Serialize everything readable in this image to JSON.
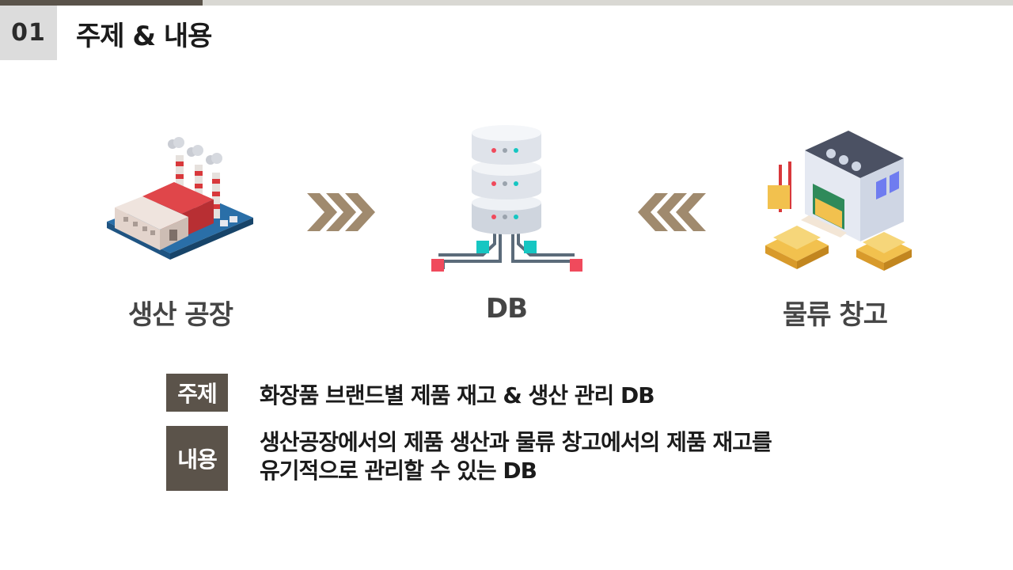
{
  "header": {
    "section_number": "01",
    "section_title": "주제 & 내용"
  },
  "diagram": {
    "factory": {
      "label": "생산 공장",
      "icon": "factory-icon"
    },
    "database": {
      "label": "DB",
      "icon": "database-server-icon"
    },
    "warehouse": {
      "label": "물류 창고",
      "icon": "warehouse-icon"
    },
    "arrow_right_icon": "triple-chevron-right-icon",
    "arrow_left_icon": "triple-chevron-left-icon"
  },
  "details": {
    "topic": {
      "tag": "주제",
      "text": "화장품 브랜드별 제품 재고 & 생산 관리 DB"
    },
    "content": {
      "tag": "내용",
      "lines": [
        "생산공장에서의 제품 생산과 물류 창고에서의 제품 재고를",
        "유기적으로 관리할 수 있는 DB"
      ]
    }
  },
  "colors": {
    "accent_dark": "#5b534a",
    "chevron": "#a08a6e",
    "factory_roof": "#d8383b",
    "db_body": "#dfe3ea"
  }
}
